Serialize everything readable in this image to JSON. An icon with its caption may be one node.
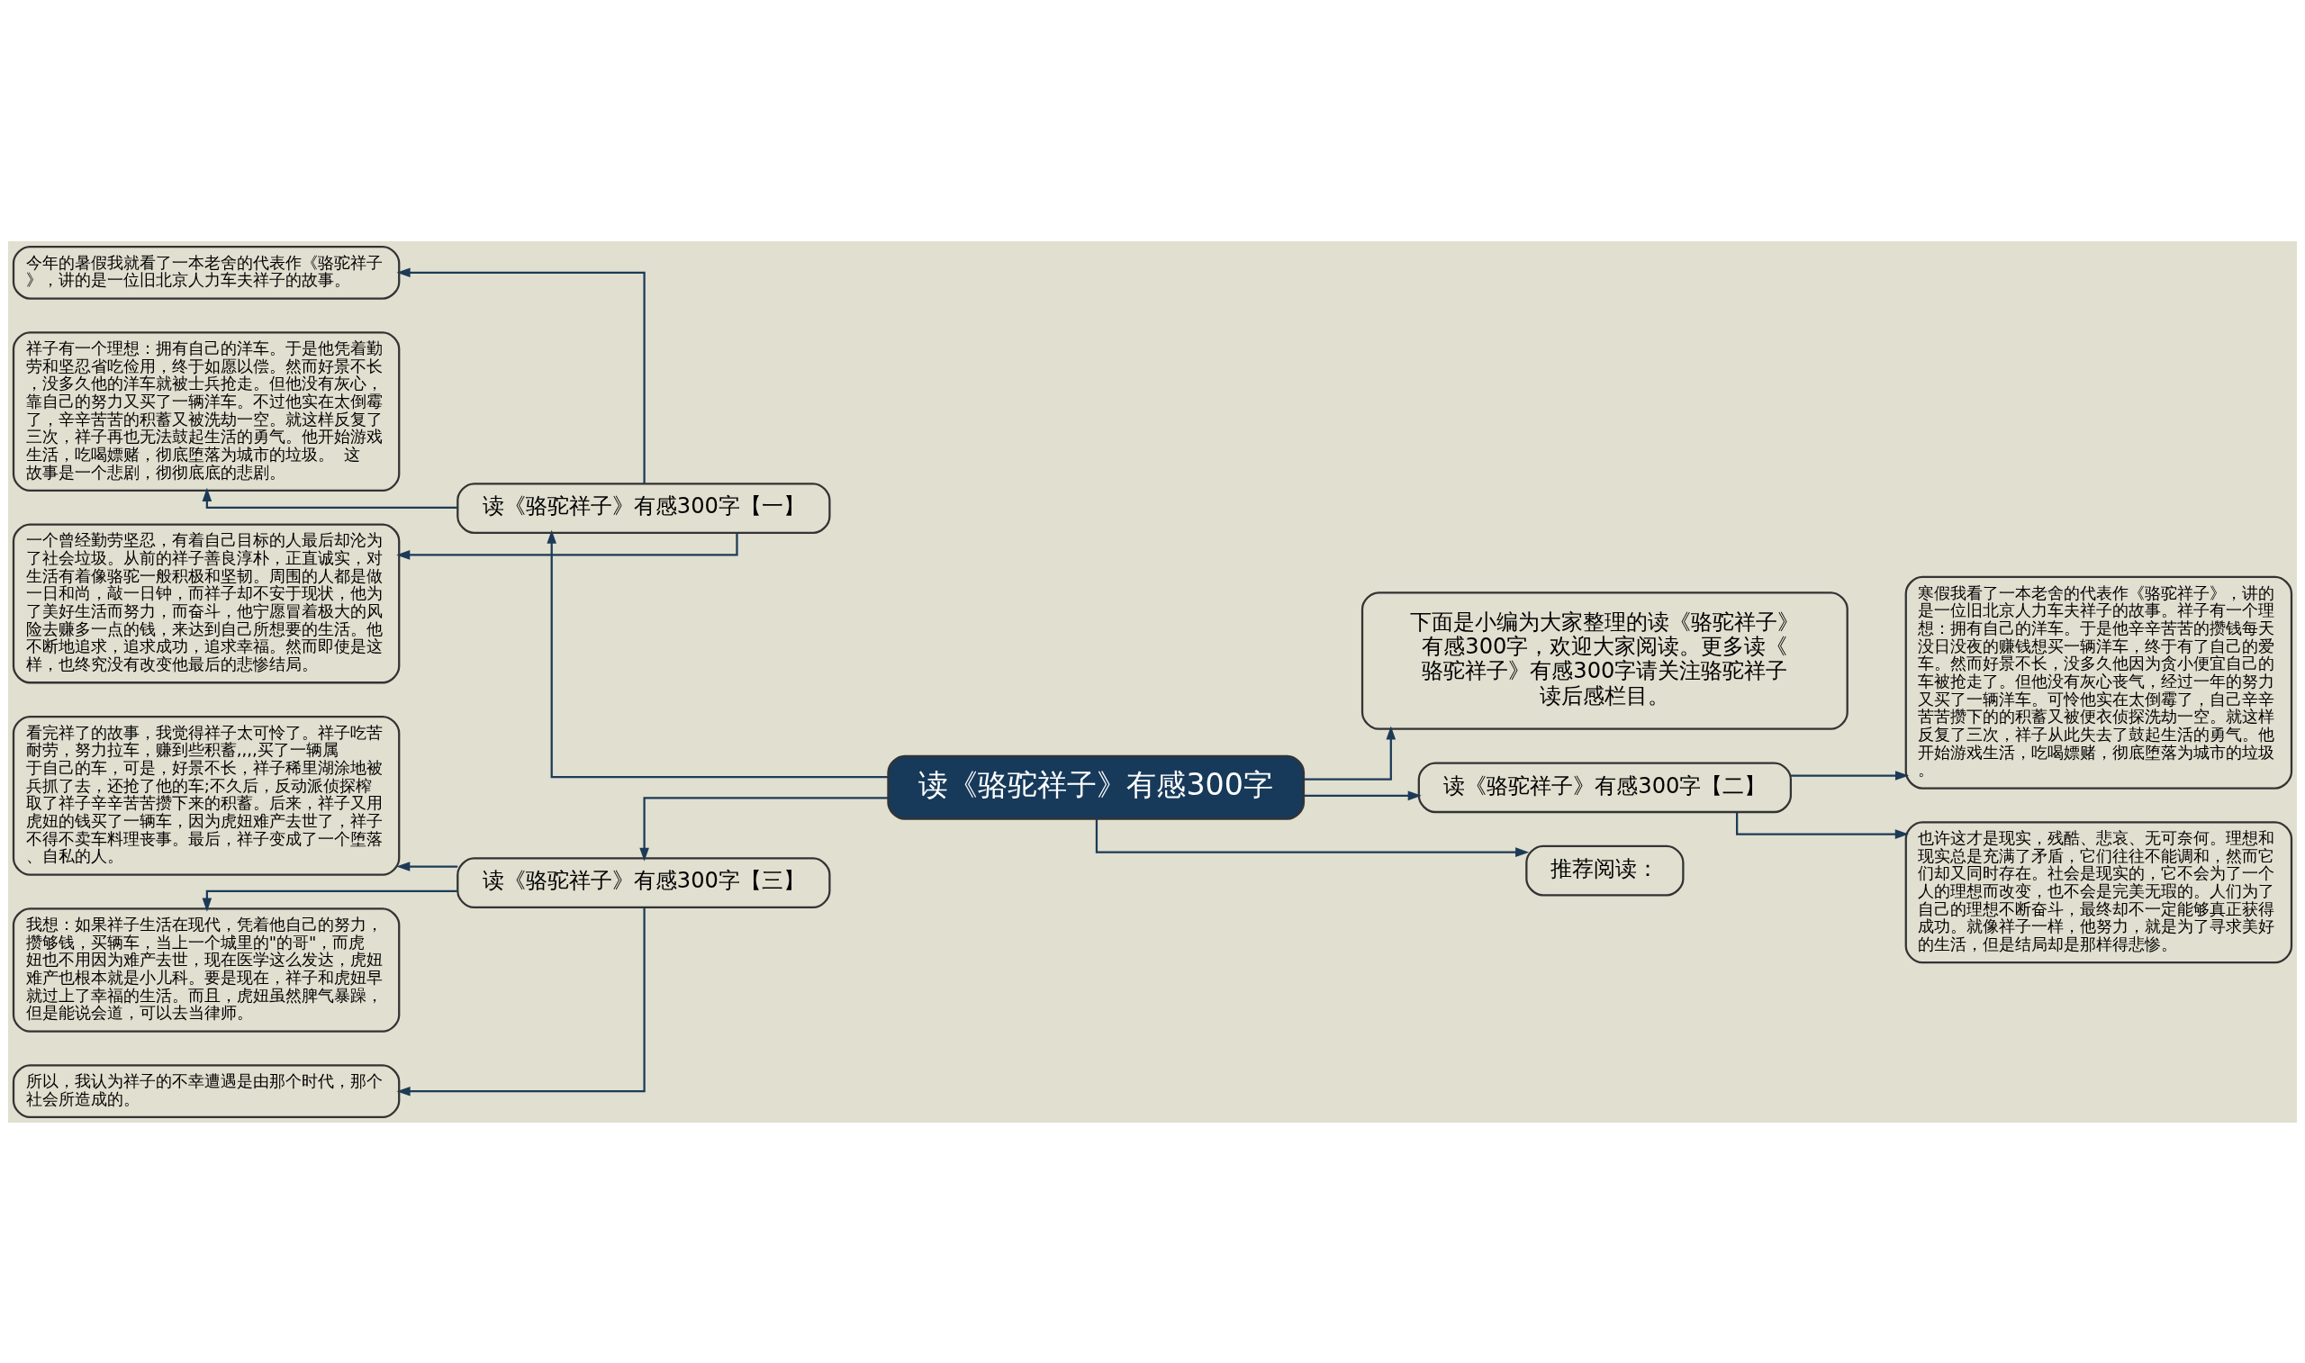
{
  "diagram": {
    "nodes": [
      {
        "text": [
          "读《骆驼祥子》有感300字"
        ]
      },
      {
        "text": [
          "读《骆驼祥子》有感300字【一】"
        ]
      },
      {
        "text": [
          "今年的暑假我就看了一本老舍的代表作《骆驼祥子》，讲的是一位旧北京人力车夫祥子的故事。"
        ]
      },
      {
        "text": [
          "祥子有一个理想：拥有自己的洋车。于是他凭着勤劳和坚忍省吃俭用，终于如愿以偿。然而好景不长，没多久他的洋车就被士兵抢走。但他没有灰心，靠自己的努力又买了一辆洋车。不过他实在太倒霉了，辛辛苦苦的积蓄又被洗劫一空。就这样反复了三次，祥子再也无法鼓起生活的勇气。他开始游戏生活，吃喝嫖赌，彻底堕落为城市的垃圾。  这故事是一个悲剧，彻彻底底的悲剧。"
        ]
      },
      {
        "text": [
          "一个曾经勤劳坚忍，有着自己目标的人最后却沦为了社会垃圾。从前的祥子善良淳朴，正直诚实，对生活有着像骆驼一般积极和坚韧。周围的人都是做一日和尚，敲一日钟，而祥子却不安于现状，他为了美好生活而努力，而奋斗，他宁愿冒着极大的风险去赚多一点的钱，来达到自己所想要的生活。他不断地追求，追求成功，追求幸福。然而即使是这样，也终究没有改变他最后的悲惨结局。"
        ]
      },
      {
        "text": [
          "读《骆驼祥子》有感300字【三】"
        ]
      },
      {
        "text": [
          "看完祥了的故事，我觉得祥子太可怜了。祥子吃苦耐劳，努力拉车，赚到些积蓄,,,,买了一辆属于自己的车，可是，好景不长，祥子稀里湖涂地被兵抓了去，还抢了他的车;不久后，反动派侦探榨取了祥子辛辛苦苦攒下来的积蓄。后来，祥子又用虎妞的钱买了一辆车，因为虎妞难产去世了，祥子不得不卖车料理丧事。最后，祥子变成了一个堕落、自私的人。"
        ]
      },
      {
        "text": [
          "我想：如果祥子生活在现代，凭着他自己的努力，攒够钱，买辆车，当上一个城里的\"的哥\"，而虎妞也不用因为难产去世，现在医学这么发达，虎妞难产也根本就是小儿科。要是现在，祥子和虎妞早就过上了幸福的生活。而且，虎妞虽然脾气暴躁，但是能说会道，可以去当律师。"
        ]
      },
      {
        "text": [
          "所以，我认为祥子的不幸遭遇是由那个时代，那个社会所造成的。"
        ]
      },
      {
        "text": [
          "下面是小编为大家整理的读《骆驼祥子》有感300字，欢迎大家阅读。更多读《骆驼祥子》有感300字请关注骆驼祥子读后感栏目。"
        ]
      },
      {
        "text": [
          "读《骆驼祥子》有感300字【二】"
        ]
      },
      {
        "text": [
          "寒假我看了一本老舍的代表作《骆驼祥子》，讲的是一位旧北京人力车夫祥子的故事。祥子有一个理想：拥有自己的洋车。于是他辛辛苦苦的攒钱每天没日没夜的赚钱想买一辆洋车，终于有了自己的爱车。然而好景不长，没多久他因为贪小便宜自己的车被抢走了。但他没有灰心丧气，经过一年的努力又买了一辆洋车。可怜他实在太倒霉了，自己辛辛苦苦攒下的的积蓄又被便衣侦探洗劫一空。就这样反复了三次，祥子从此失去了鼓起生活的勇气。他开始游戏生活，吃喝嫖赌，彻底堕落为城市的垃圾。"
        ]
      },
      {
        "text": [
          "也许这才是现实，残酷、悲哀、无可奈何。理想和现实总是充满了矛盾，它们往往不能调和，然而它们却又同时存在。社会是现实的，它不会为了一个人的理想而改变，也不会是完美无瑕的。人们为了自己的理想不断奋斗，最终却不一定能够真正获得成功。就像祥子一样，他努力，就是为了寻求美好的生活，但是结局却是那样得悲惨。"
        ]
      },
      {
        "text": [
          "推荐阅读："
        ]
      }
    ],
    "edges": [
      {
        "from": 0,
        "to": 1,
        "arrow": "to"
      },
      {
        "from": 1,
        "to": 2,
        "arrow": "to"
      },
      {
        "from": 1,
        "to": 3,
        "arrow": "to"
      },
      {
        "from": 1,
        "to": 4,
        "arrow": "to"
      },
      {
        "from": 0,
        "to": 5,
        "arrow": "to"
      },
      {
        "from": 5,
        "to": 6,
        "arrow": "to"
      },
      {
        "from": 5,
        "to": 7,
        "arrow": "to"
      },
      {
        "from": 5,
        "to": 8,
        "arrow": "to"
      },
      {
        "from": 0,
        "to": 9,
        "arrow": "to"
      },
      {
        "from": 0,
        "to": 10,
        "arrow": "to"
      },
      {
        "from": 10,
        "to": 11,
        "arrow": "to"
      },
      {
        "from": 10,
        "to": 12,
        "arrow": "to"
      },
      {
        "from": 0,
        "to": 13,
        "arrow": "to"
      }
    ]
  }
}
